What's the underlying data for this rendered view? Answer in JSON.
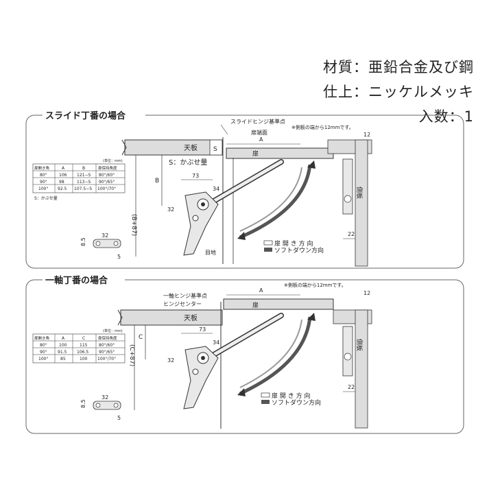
{
  "specs": {
    "material": "材質：亜鉛合金及び鋼",
    "finish": "仕上：ニッケルメッキ",
    "quantity": "入数：1"
  },
  "slide_panel": {
    "title": "スライド丁番の場合",
    "hinge_ref": "スライドヒンジ基準点",
    "face": "扉端面",
    "note": "※側板の端から12mmです。",
    "top_board": "天板",
    "door": "扉",
    "side_board": "側板",
    "s_label": "S",
    "s_note": "S：かぶせ量",
    "unit": "(単位：mm)",
    "table_headers": [
      "扉開き角",
      "A",
      "B",
      "扉保持角度"
    ],
    "table_rows": [
      [
        "80°",
        "106",
        "121−S",
        "80°/60°"
      ],
      [
        "90°",
        "98",
        "113−S",
        "90°/65°"
      ],
      [
        "100°",
        "92.5",
        "107.5−S",
        "100°/70°"
      ]
    ],
    "table_note": "S：かぶせ量",
    "dims": {
      "a": "A",
      "b": "B",
      "d73": "73",
      "d34": "34",
      "d32": "32",
      "d12": "12",
      "d22": "22",
      "d85": "8.5",
      "d5": "5",
      "b87": "(B+87)",
      "mejiri": "目地"
    },
    "legend_open": "扉 開 き 方 向",
    "legend_soft": "ソフトダウン方向"
  },
  "single_panel": {
    "title": "一軸丁番の場合",
    "hinge_ref": "一軸ヒンジ基準点",
    "hinge_center": "ヒンジセンター",
    "note": "※側板の端から12mmです。",
    "top_board": "天板",
    "door": "扉",
    "side_board": "側板",
    "unit": "(単位：mm)",
    "table_headers": [
      "扉開き角",
      "A",
      "C",
      "扉保持角度"
    ],
    "table_rows": [
      [
        "80°",
        "100",
        "115",
        "80°/60°"
      ],
      [
        "90°",
        "91.5",
        "106.5",
        "90°/65°"
      ],
      [
        "100°",
        "85",
        "100",
        "100°/70°"
      ]
    ],
    "dims": {
      "a": "A",
      "c": "C",
      "d73": "73",
      "d34": "34",
      "d32": "32",
      "d12": "12",
      "d22": "22",
      "d85": "8.5",
      "d5": "5",
      "c87": "(C+87)"
    },
    "legend_open": "扉 開 き 方 向",
    "legend_soft": "ソフトダウン方向"
  }
}
